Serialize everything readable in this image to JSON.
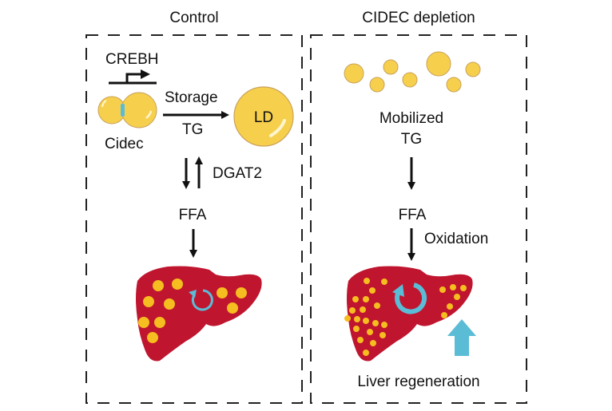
{
  "panels": {
    "control": {
      "title": "Control",
      "gene": "CREBH",
      "protein": "Cidec",
      "arrow_top_label": "Storage",
      "arrow_bottom_label": "TG",
      "droplet_label": "LD",
      "enzyme": "DGAT2",
      "ffa": "FFA"
    },
    "depletion": {
      "title": "CIDEC  depletion",
      "mobilized_line1": "Mobilized",
      "mobilized_line2": "TG",
      "ffa": "FFA",
      "oxidation": "Oxidation",
      "outcome": "Liver regeneration"
    }
  },
  "colors": {
    "liver": "#c0152f",
    "fat": "#f5bd1f",
    "droplet": "#f6d04d",
    "droplet_edge": "#c9a15a",
    "cycle": "#5bbcd6"
  }
}
